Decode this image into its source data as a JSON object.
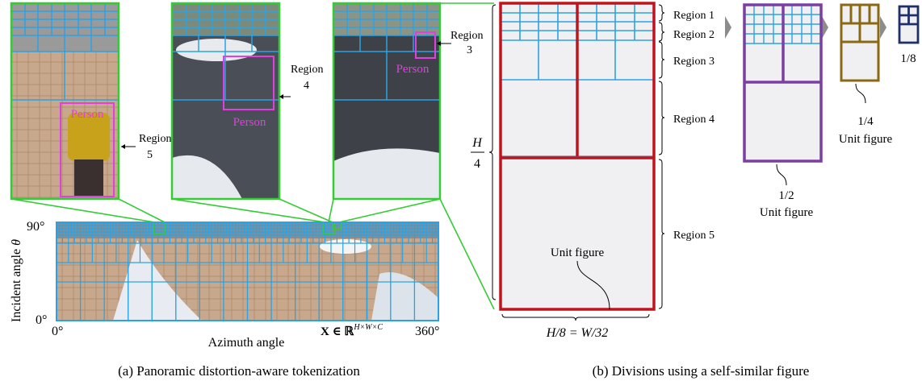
{
  "panel_a": {
    "caption": "(a) Panoramic distortion-aware tokenization",
    "y_axis_label": "Incident angle",
    "theta_symbol": "θ",
    "y_tick_top": "90°",
    "y_tick_bottom": "0°",
    "x_axis_label": "Azimuth angle",
    "x_tick_left": "0°",
    "x_tick_right": "360°",
    "tensor_notation": "X ∈ ℝ",
    "tensor_dims": "H×W×C",
    "zooms": [
      {
        "region_label": "Region",
        "region_number": "5",
        "object_label": "Person"
      },
      {
        "region_label": "Region",
        "region_number": "4",
        "object_label": "Person"
      },
      {
        "region_label": "Region",
        "region_number": "3",
        "object_label": "Person"
      }
    ]
  },
  "panel_b": {
    "caption": "(b) Divisions using a self-similar figure",
    "regions": [
      "Region 1",
      "Region 2",
      "Region 3",
      "Region 4",
      "Region 5"
    ],
    "unit_figure_label": "Unit figure",
    "height_numerator": "H",
    "height_denominator": "4",
    "width_formula": "H/8 = W/32",
    "half_fraction": "1/2",
    "half_label": "Unit figure",
    "quarter_fraction": "1/4",
    "quarter_label": "Unit figure",
    "eighth_fraction": "1/8"
  },
  "colors": {
    "grid_blue": "#2aa3e6",
    "zoom_green": "#33cc33",
    "person_magenta": "#e040e0",
    "unit_red": "#c0141c",
    "half_purple": "#7a3fa0",
    "quarter_brown": "#8b6914",
    "eighth_navy": "#1f2f6a"
  }
}
